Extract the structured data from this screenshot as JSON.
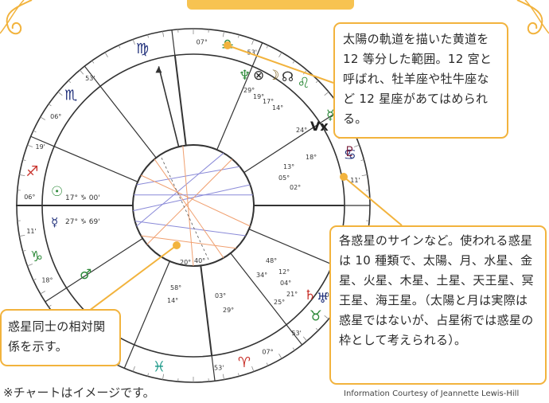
{
  "header": {
    "title": ""
  },
  "callouts": {
    "top": "太陽の軌道を描いた黄道を 12 等分した範囲。12 宮と呼ばれ、牡羊座や牡牛座など 12 星座があてはめられる。",
    "planets": "各惑星のサインなど。使われる惑星は 10 種類で、太陽、月、水星、金星、火星、木星、土星、天王星、冥王星、海王星。（太陽と月は実際は惑星ではないが、占星術では惑星の枠として考えられる）。",
    "aspects": "惑星同士の相対関係を示す。"
  },
  "footnote": "※チャートはイメージです。",
  "credit": "Information Courtesy of Jeannette Lewis-Hill",
  "colors": {
    "accent": "#f2b33d",
    "banner": "#f7c351",
    "sign_navy": "#1f2f7a",
    "sign_green": "#2e8a3a",
    "sign_red": "#c8312a",
    "sign_teal": "#1f9a8a",
    "aspect_blue": "#8a8ad8",
    "aspect_orange": "#f0a070"
  },
  "wheel": {
    "zodiac_labels": [
      {
        "sym": "♎",
        "deg": "07°",
        "minute": "53'"
      },
      {
        "sym": "♍",
        "deg": "",
        "minute": ""
      },
      {
        "sym": "♏",
        "deg": "06°",
        "minute": "53'"
      },
      {
        "sym": "♐",
        "deg": "06°",
        "minute": "19'"
      },
      {
        "sym": "♑",
        "deg": "18°",
        "minute": "11'"
      },
      {
        "sym": "♒",
        "deg": "",
        "minute": ""
      },
      {
        "sym": "♓",
        "deg": "",
        "minute": ""
      },
      {
        "sym": "♈",
        "deg": "07°",
        "minute": "53'"
      },
      {
        "sym": "♉",
        "deg": "06°",
        "minute": "53'"
      },
      {
        "sym": "♊",
        "deg": "",
        "minute": ""
      },
      {
        "sym": "♋",
        "deg": "18°",
        "minute": "11'"
      },
      {
        "sym": "♌",
        "deg": "",
        "minute": ""
      }
    ],
    "sun_position": "17° ♑ 00'",
    "mercury_position": "27° ♑ 69'",
    "vertex_label": "Vx",
    "planet_glyphs": [
      "♆",
      "⊗",
      "☽",
      "☊",
      "☿",
      "♀",
      "♂",
      "♃",
      "♄",
      "♅",
      "♇",
      "☉"
    ],
    "minor_labels": [
      "29°",
      "19°",
      "17°",
      "14°",
      "24°",
      "18°",
      "13°",
      "05°",
      "02°",
      "20°",
      "40°",
      "58°",
      "14°",
      "03°",
      "29°",
      "34°",
      "48°",
      "12°",
      "04°",
      "21°",
      "25°"
    ]
  }
}
